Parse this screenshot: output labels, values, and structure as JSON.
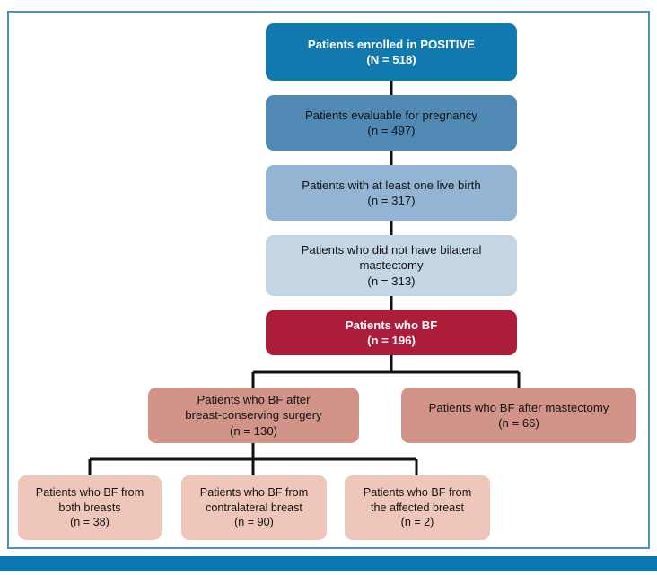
{
  "figure": {
    "title": "POSITIVE trial breastfeeding CONSORT flow diagram",
    "frame_border_color": "#4b90bd",
    "bottom_bar_color": "#0c78b0",
    "connector_color": "#111111",
    "background_color": "#ffffff"
  },
  "palette": {
    "tier1_blue": "#1179ad",
    "tier2_blue": "#5089b4",
    "tier3_blue": "#93b5d3",
    "tier4_blue": "#c4d5e4",
    "highlight_red": "#ac1c3b",
    "pink_mid": "#d29488",
    "pink_light": "#eec7ba"
  },
  "nodes": {
    "enrolled": {
      "line1": "Patients enrolled in POSITIVE",
      "line2": "(N = 518)",
      "count": 518,
      "count_symbol": "N"
    },
    "evaluable": {
      "line1": "Patients evaluable for pregnancy",
      "line2": "(n = 497)",
      "count": 497,
      "count_symbol": "n"
    },
    "live_birth": {
      "line1": "Patients with at least one live birth",
      "line2": "(n = 317)",
      "count": 317,
      "count_symbol": "n"
    },
    "no_bilateral_mastectomy": {
      "line1": "Patients who did not have bilateral",
      "line2": "mastectomy",
      "line3": "(n = 313)",
      "count": 313,
      "count_symbol": "n"
    },
    "bf": {
      "line1": "Patients who BF",
      "line2": "(n = 196)",
      "count": 196,
      "count_symbol": "n"
    },
    "bf_bcs": {
      "line1": "Patients who BF after",
      "line2": "breast-conserving surgery",
      "line3": "(n = 130)",
      "count": 130,
      "count_symbol": "n"
    },
    "bf_mastectomy": {
      "line1": "Patients who BF after mastectomy",
      "line2": "(n = 66)",
      "count": 66,
      "count_symbol": "n"
    },
    "bf_both_breasts": {
      "line1": "Patients who BF from",
      "line2": "both breasts",
      "line3": "(n = 38)",
      "count": 38,
      "count_symbol": "n"
    },
    "bf_contralateral": {
      "line1": "Patients who BF from",
      "line2": "contralateral breast",
      "line3": "(n = 90)",
      "count": 90,
      "count_symbol": "n"
    },
    "bf_affected": {
      "line1": "Patients who BF from",
      "line2": "the affected breast",
      "line3": "(n = 2)",
      "count": 2,
      "count_symbol": "n"
    }
  },
  "chart_data": {
    "type": "diagram",
    "diagram_kind": "consort-flow",
    "title": "Patients enrolled in POSITIVE",
    "levels": [
      {
        "level": 1,
        "nodes": [
          {
            "id": "enrolled",
            "label": "Patients enrolled in POSITIVE",
            "n": 518,
            "symbol": "N",
            "color": "#1179ad"
          }
        ]
      },
      {
        "level": 2,
        "nodes": [
          {
            "id": "evaluable",
            "label": "Patients evaluable for pregnancy",
            "n": 497,
            "symbol": "n",
            "color": "#5089b4"
          }
        ]
      },
      {
        "level": 3,
        "nodes": [
          {
            "id": "live_birth",
            "label": "Patients with at least one live birth",
            "n": 317,
            "symbol": "n",
            "color": "#93b5d3"
          }
        ]
      },
      {
        "level": 4,
        "nodes": [
          {
            "id": "no_bilateral_mastectomy",
            "label": "Patients who did not have bilateral mastectomy",
            "n": 313,
            "symbol": "n",
            "color": "#c4d5e4"
          }
        ]
      },
      {
        "level": 5,
        "nodes": [
          {
            "id": "bf",
            "label": "Patients who BF",
            "n": 196,
            "symbol": "n",
            "color": "#ac1c3b"
          }
        ]
      },
      {
        "level": 6,
        "nodes": [
          {
            "id": "bf_bcs",
            "label": "Patients who BF after breast-conserving surgery",
            "n": 130,
            "symbol": "n",
            "color": "#d29488"
          },
          {
            "id": "bf_mastectomy",
            "label": "Patients who BF after mastectomy",
            "n": 66,
            "symbol": "n",
            "color": "#d29488"
          }
        ]
      },
      {
        "level": 7,
        "nodes": [
          {
            "id": "bf_both_breasts",
            "label": "Patients who BF from both breasts",
            "n": 38,
            "symbol": "n",
            "color": "#eec7ba"
          },
          {
            "id": "bf_contralateral",
            "label": "Patients who BF from contralateral breast",
            "n": 90,
            "symbol": "n",
            "color": "#eec7ba"
          },
          {
            "id": "bf_affected",
            "label": "Patients who BF from the affected breast",
            "n": 2,
            "symbol": "n",
            "color": "#eec7ba"
          }
        ]
      }
    ],
    "edges": [
      {
        "from": "enrolled",
        "to": "evaluable"
      },
      {
        "from": "evaluable",
        "to": "live_birth"
      },
      {
        "from": "live_birth",
        "to": "no_bilateral_mastectomy"
      },
      {
        "from": "no_bilateral_mastectomy",
        "to": "bf"
      },
      {
        "from": "bf",
        "to": "bf_bcs"
      },
      {
        "from": "bf",
        "to": "bf_mastectomy"
      },
      {
        "from": "bf_bcs",
        "to": "bf_both_breasts"
      },
      {
        "from": "bf_bcs",
        "to": "bf_contralateral"
      },
      {
        "from": "bf_bcs",
        "to": "bf_affected"
      }
    ]
  }
}
